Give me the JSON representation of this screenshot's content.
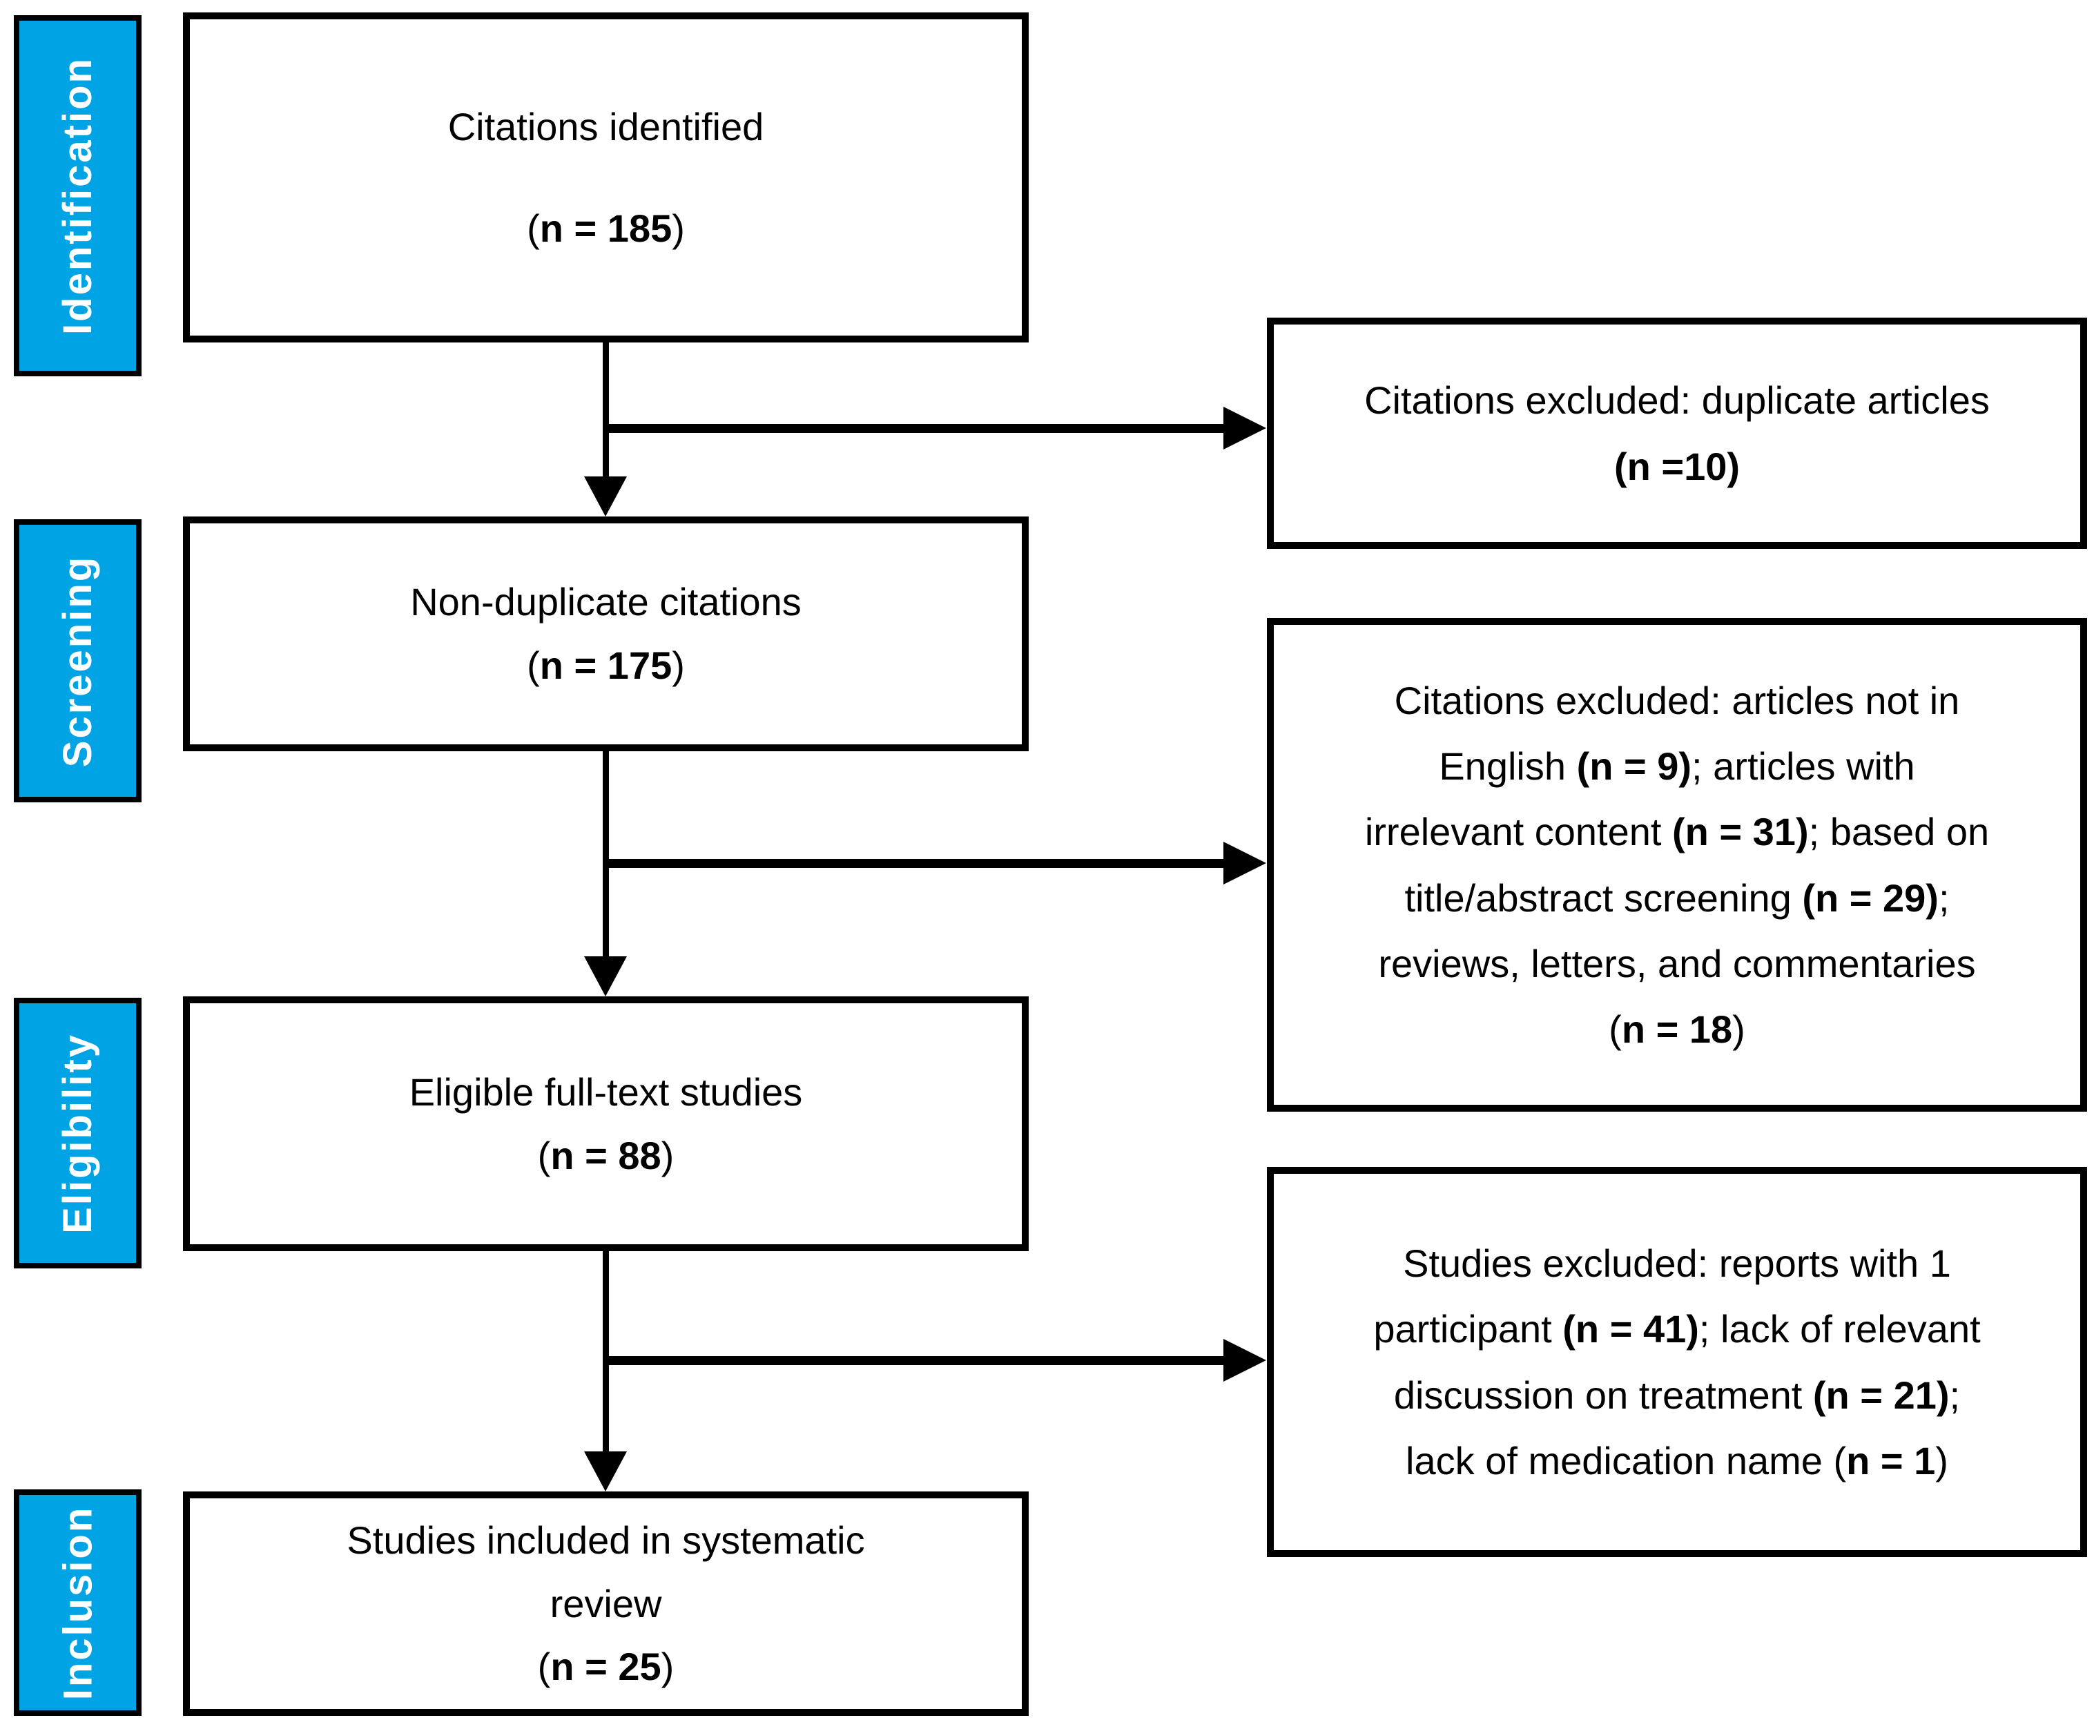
{
  "palette": {
    "stage_bg": "#00A4E4",
    "stage_text": "#FFFFFF",
    "box_bg": "#FFFFFF",
    "border_and_lines": "#000000"
  },
  "stages": [
    {
      "label": "Identification"
    },
    {
      "label": "Screening"
    },
    {
      "label": "Eligibility"
    },
    {
      "label": "Inclusion"
    }
  ],
  "flow_boxes": [
    {
      "lines": [
        [
          {
            "t": "Citations identified",
            "b": 0
          }
        ],
        [
          {
            "t": "(",
            "b": 0
          },
          {
            "t": "n = 185",
            "b": 1
          },
          {
            "t": ")",
            "b": 0
          }
        ]
      ]
    },
    {
      "lines": [
        [
          {
            "t": "Non-duplicate citations",
            "b": 0
          }
        ],
        [
          {
            "t": "(",
            "b": 0
          },
          {
            "t": "n = 175",
            "b": 1
          },
          {
            "t": ")",
            "b": 0
          }
        ]
      ]
    },
    {
      "lines": [
        [
          {
            "t": "Eligible full-text studies",
            "b": 0
          }
        ],
        [
          {
            "t": "(",
            "b": 0
          },
          {
            "t": "n = 88",
            "b": 1
          },
          {
            "t": ")",
            "b": 0
          }
        ]
      ]
    },
    {
      "lines": [
        [
          {
            "t": "Studies included in systematic",
            "b": 0
          }
        ],
        [
          {
            "t": "review",
            "b": 0
          }
        ],
        [
          {
            "t": "(",
            "b": 0
          },
          {
            "t": "n = 25",
            "b": 1
          },
          {
            "t": ")",
            "b": 0
          }
        ]
      ]
    }
  ],
  "exclusion_boxes": [
    {
      "lines": [
        [
          {
            "t": "Citations excluded: duplicate articles",
            "b": 0
          }
        ],
        [
          {
            "t": "(n =10)",
            "b": 1
          }
        ]
      ]
    },
    {
      "lines": [
        [
          {
            "t": "Citations excluded: articles not in",
            "b": 0
          }
        ],
        [
          {
            "t": "English ",
            "b": 0
          },
          {
            "t": "(n = 9)",
            "b": 1
          },
          {
            "t": "; articles with",
            "b": 0
          }
        ],
        [
          {
            "t": "irrelevant content ",
            "b": 0
          },
          {
            "t": "(n = 31)",
            "b": 1
          },
          {
            "t": "; based on",
            "b": 0
          }
        ],
        [
          {
            "t": "title/abstract screening ",
            "b": 0
          },
          {
            "t": "(n = 29)",
            "b": 1
          },
          {
            "t": ";",
            "b": 0
          }
        ],
        [
          {
            "t": "reviews, letters, and commentaries",
            "b": 0
          }
        ],
        [
          {
            "t": "(",
            "b": 0
          },
          {
            "t": "n = 18",
            "b": 1
          },
          {
            "t": ")",
            "b": 0
          }
        ]
      ]
    },
    {
      "lines": [
        [
          {
            "t": "Studies excluded: reports with 1",
            "b": 0
          }
        ],
        [
          {
            "t": "participant ",
            "b": 0
          },
          {
            "t": "(n = 41)",
            "b": 1
          },
          {
            "t": "; lack of relevant",
            "b": 0
          }
        ],
        [
          {
            "t": "discussion on treatment ",
            "b": 0
          },
          {
            "t": "(n = 21)",
            "b": 1
          },
          {
            "t": ";",
            "b": 0
          }
        ],
        [
          {
            "t": "lack of medication name (",
            "b": 0
          },
          {
            "t": "n = 1",
            "b": 1
          },
          {
            "t": ")",
            "b": 0
          }
        ]
      ]
    }
  ]
}
